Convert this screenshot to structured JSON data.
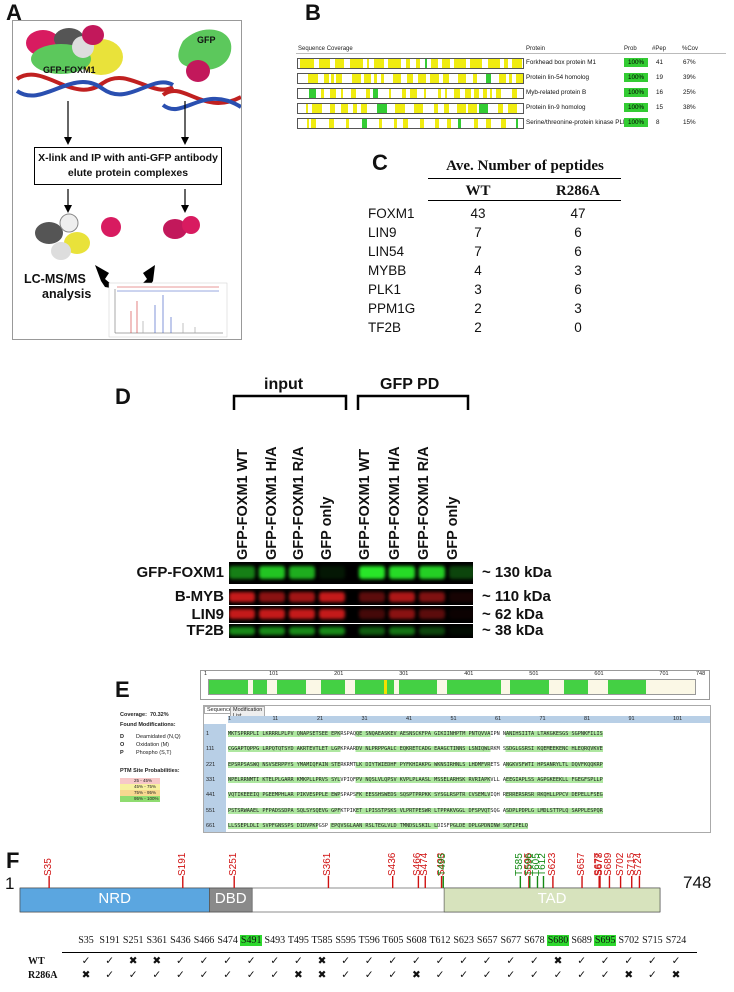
{
  "panels": {
    "a": "A",
    "b": "B",
    "c": "C",
    "d": "D",
    "e": "E",
    "f": "F"
  },
  "panel_a": {
    "gfp_foxm1_label": "GFP-FOXM1",
    "gfp_label": "GFP",
    "step_line1": "X-link and IP with anti-GFP antibody",
    "step_line2": "elute protein complexes",
    "ms_line1": "LC-MS/MS",
    "ms_line2": "analysis"
  },
  "panel_b": {
    "headers": {
      "coverage": "Sequence Coverage",
      "protein": "Protein",
      "prob": "Prob",
      "pep": "#Pep",
      "cov": "%Cov"
    },
    "rows": [
      {
        "protein": "Forkhead box protein M1",
        "prob": "100%",
        "pep": "41",
        "cov": "67%",
        "coverage": 0.67
      },
      {
        "protein": "Protein lin-54 homolog",
        "prob": "100%",
        "pep": "19",
        "cov": "39%",
        "coverage": 0.39
      },
      {
        "protein": "Myb-related protein B",
        "prob": "100%",
        "pep": "16",
        "cov": "25%",
        "coverage": 0.25
      },
      {
        "protein": "Protein lin-9 homolog",
        "prob": "100%",
        "pep": "15",
        "cov": "38%",
        "coverage": 0.38
      },
      {
        "protein": "Serine/threonine-protein kinase PLK1",
        "prob": "100%",
        "pep": "8",
        "cov": "15%",
        "coverage": 0.15
      }
    ],
    "colors": {
      "yellow": "#f0ec10",
      "green": "#33cc33"
    }
  },
  "panel_c": {
    "title": "Ave. Number of peptides",
    "col_wt": "WT",
    "col_mut": "R286A",
    "rows": [
      {
        "name": "FOXM1",
        "wt": "43",
        "mut": "47"
      },
      {
        "name": "LIN9",
        "wt": "7",
        "mut": "6"
      },
      {
        "name": "LIN54",
        "wt": "7",
        "mut": "6"
      },
      {
        "name": "MYBB",
        "wt": "4",
        "mut": "3"
      },
      {
        "name": "PLK1",
        "wt": "3",
        "mut": "6"
      },
      {
        "name": "PPM1G",
        "wt": "2",
        "mut": "3"
      },
      {
        "name": "TF2B",
        "wt": "2",
        "mut": "0"
      }
    ]
  },
  "panel_d": {
    "input_label": "input",
    "pd_label": "GFP PD",
    "lanes": [
      "GFP-FOXM1 WT",
      "GFP-FOXM1 H/A",
      "GFP-FOXM1 R/A",
      "GFP only",
      "GFP-FOXM1 WT",
      "GFP-FOXM1 H/A",
      "GFP-FOXM1 R/A",
      "GFP only"
    ],
    "blots": [
      {
        "label": "GFP-FOXM1",
        "kda": "~ 130 kDa",
        "color": "green"
      },
      {
        "label": "B-MYB",
        "kda": "~ 110 kDa",
        "color": "red"
      },
      {
        "label": "LIN9",
        "kda": "~ 62 kDa",
        "color": "red"
      },
      {
        "label": "TF2B",
        "kda": "~ 38 kDa",
        "color": "green"
      }
    ]
  },
  "panel_e": {
    "coverage_label": "Coverage:",
    "coverage_value": "70.32%",
    "found_mods": "Found Modifications:",
    "mods": [
      {
        "code": "D",
        "desc": "Deamidated (N,Q)"
      },
      {
        "code": "O",
        "desc": "Oxidation (M)"
      },
      {
        "code": "P",
        "desc": "Phospho (S,T)"
      }
    ],
    "ptm_title": "PTM Site Probabilities:",
    "ptm_levels": [
      {
        "range": "25 - 45%",
        "color": "#f7c8c8"
      },
      {
        "range": "45% - 75%",
        "color": "#f7f0a0"
      },
      {
        "range": "75% - 95%",
        "color": "#f7d890"
      },
      {
        "range": "95% - 100%",
        "color": "#8fdc70"
      }
    ],
    "axis_ticks": [
      "1",
      "101",
      "201",
      "301",
      "401",
      "501",
      "601",
      "701",
      "748"
    ],
    "tabs": [
      "Sequence",
      "Modification List"
    ],
    "col_ticks": [
      "1",
      "11",
      "21",
      "31",
      "41",
      "51",
      "61",
      "71",
      "81",
      "91",
      "101"
    ],
    "row_starts": [
      "1",
      "111",
      "221",
      "331",
      "441",
      "551",
      "661"
    ],
    "sequence_rows": [
      "MKTSPRRPLI LKRRRLPLPV QNAPSETSEE EPKRSPAQQE SNQAEASKEV AESNSCKFPA GIKIINHPTM PNTQVVAIPN NANIHSIITA LTAKGKESGS SGPNKFILIS",
      "CGGAPTQPPG LRPQTQTSYD AKRTEVTLET LGPKPAARDV NLPRPPGALC EQKRETCADG EAAGCTINNS LSNIQWLRKM SSDGLGSRSI KQEMEEKENC HLEQRQVKVE",
      "EPSRPSASWQ NSVSERPPYS YMAMIQFAIN STERKRMTLK DIYTWIEDHF PYFKHIAKPG WKNSIRHNLS LHDMFVRETS ANGKVSFWTI HPSANRYLTL DQVFKQQKRP",
      "NPELRRNMTI KTELPLGARR KMKPLLPRVS SYLVPIQFPV NQSLVLQPSV KVPLPLAASL MSSELARHSK RVRIAPKVLL AEEGIAPLSS AGPGKEEKLL FGEGFSPLLP",
      "VQTIKEEEIQ PGEEMPHLAR PIKVESPPLE EWPSPAPSFK EESSHSWEDS SQSPTPRPKK SYSGLRSPTR CVSEMLVIQH RERRERSRSR RKQHLLPPCV DEPELLFSEG",
      "PSTSRWAAEL PFPADSSDPA SQLSYSQEVG GPFKTPIKET LPISSTPSKS VLPRTPESWR LTPPAKVGGL DFSPVQTSQG ASDPLPDPLG LMDLSTTPLQ SAPPLESPQR",
      "LLSSEPLDLI SVPFGNSSPS DIDVPKPGSP EPQVSGLAAN RSLTEGLVLD TMNDSLSKIL LDISFPGLDE DPLGPDNINW SQFIPELQ"
    ]
  },
  "panel_f": {
    "top_sites_red": [
      "S35",
      "S191",
      "S251",
      "S361",
      "S436",
      "S466",
      "S474",
      "S493",
      "S595",
      "S657",
      "S623",
      "S677",
      "S678",
      "S689",
      "S702",
      "S715",
      "S724"
    ],
    "top_sites_green": [
      "T495",
      "T585",
      "T596",
      "T605",
      "T612"
    ],
    "domains": [
      {
        "name": "NRD",
        "color": "#5ba6e0"
      },
      {
        "name": "DBD",
        "color": "#8a8a8a"
      },
      {
        "name": "TAD",
        "color": "#d7e3bd"
      }
    ],
    "start": "1",
    "end": "748",
    "columns": [
      "S35",
      "S191",
      "S251",
      "S361",
      "S436",
      "S466",
      "S474",
      "S491",
      "S493",
      "T495",
      "T585",
      "S595",
      "T596",
      "T605",
      "S608",
      "T612",
      "S623",
      "S657",
      "S677",
      "S678",
      "S680",
      "S689",
      "S695",
      "S702",
      "S715",
      "S724"
    ],
    "highlighted": [
      "S491",
      "S680",
      "S695"
    ],
    "row_wt_label": "WT",
    "row_mut_label": "R286A",
    "wt_marks": [
      "✓",
      "✓",
      "✖",
      "✖",
      "✓",
      "✓",
      "✓",
      "✓",
      "✓",
      "✓",
      "✖",
      "✓",
      "✓",
      "✓",
      "✓",
      "✓",
      "✓",
      "✓",
      "✓",
      "✓",
      "✖",
      "✓",
      "✓",
      "✓",
      "✓",
      "✓"
    ],
    "mut_marks": [
      "✖",
      "✓",
      "✓",
      "✓",
      "✓",
      "✓",
      "✓",
      "✓",
      "✓",
      "✖",
      "✖",
      "✓",
      "✓",
      "✓",
      "✖",
      "✓",
      "✓",
      "✓",
      "✓",
      "✓",
      "✓",
      "✓",
      "✓",
      "✖",
      "✓",
      "✖"
    ]
  }
}
